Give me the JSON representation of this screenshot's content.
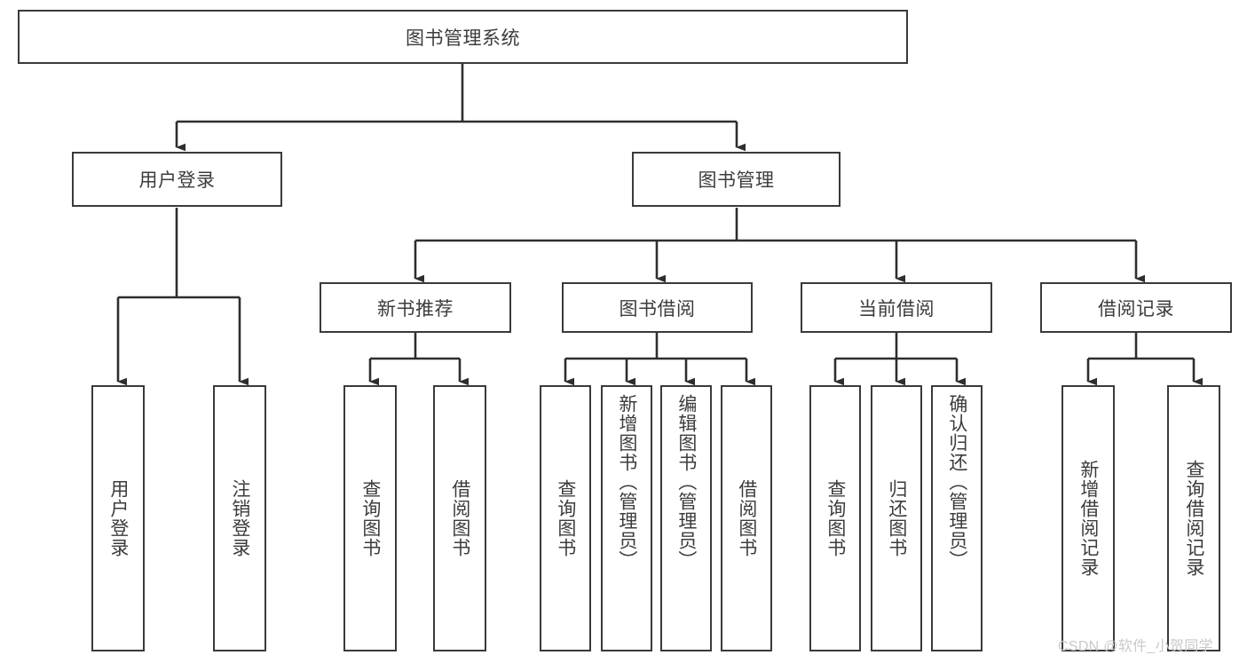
{
  "diagram": {
    "title": "图书管理系统",
    "type": "tree",
    "orientation": "top-down",
    "colors": {
      "box_border": "#3a3a3a",
      "box_fill": "#ffffff",
      "connector": "#2e2e2e",
      "text": "#3c3c3c",
      "background": "#ffffff",
      "watermark": "#c9c9c9"
    },
    "root": {
      "id": "root",
      "label": "图书管理系统",
      "orientation": "horizontal"
    },
    "level1": [
      {
        "id": "user-login",
        "label": "用户登录",
        "orientation": "horizontal"
      },
      {
        "id": "book-management",
        "label": "图书管理",
        "orientation": "horizontal"
      }
    ],
    "level2": [
      {
        "id": "new-book-recommend",
        "label": "新书推荐",
        "parent": "book-management",
        "orientation": "horizontal"
      },
      {
        "id": "book-borrow",
        "label": "图书借阅",
        "parent": "book-management",
        "orientation": "horizontal"
      },
      {
        "id": "current-borrow",
        "label": "当前借阅",
        "parent": "book-management",
        "orientation": "horizontal"
      },
      {
        "id": "borrow-record",
        "label": "借阅记录",
        "parent": "book-management",
        "orientation": "horizontal"
      }
    ],
    "leaves": [
      {
        "id": "leaf-user-login",
        "label": "用户登录",
        "parent": "user-login",
        "orientation": "vertical",
        "align": "center"
      },
      {
        "id": "leaf-user-logout",
        "label": "注销登录",
        "parent": "user-login",
        "orientation": "vertical",
        "align": "center"
      },
      {
        "id": "leaf-query-book-1",
        "label": "查询图书",
        "parent": "new-book-recommend",
        "orientation": "vertical",
        "align": "center"
      },
      {
        "id": "leaf-borrow-book-1",
        "label": "借阅图书",
        "parent": "new-book-recommend",
        "orientation": "vertical",
        "align": "center"
      },
      {
        "id": "leaf-query-book-2",
        "label": "查询图书",
        "parent": "book-borrow",
        "orientation": "vertical",
        "align": "center"
      },
      {
        "id": "leaf-add-book",
        "label": "新增图书（管理员）",
        "parent": "book-borrow",
        "orientation": "vertical",
        "align": "top"
      },
      {
        "id": "leaf-edit-book",
        "label": "编辑图书（管理员）",
        "parent": "book-borrow",
        "orientation": "vertical",
        "align": "top"
      },
      {
        "id": "leaf-borrow-book-2",
        "label": "借阅图书",
        "parent": "book-borrow",
        "orientation": "vertical",
        "align": "center"
      },
      {
        "id": "leaf-query-book-3",
        "label": "查询图书",
        "parent": "current-borrow",
        "orientation": "vertical",
        "align": "center"
      },
      {
        "id": "leaf-return-book",
        "label": "归还图书",
        "parent": "current-borrow",
        "orientation": "vertical",
        "align": "center"
      },
      {
        "id": "leaf-confirm-return",
        "label": "确认归还（管理员）",
        "parent": "current-borrow",
        "orientation": "vertical",
        "align": "top"
      },
      {
        "id": "leaf-add-record",
        "label": "新增借阅记录",
        "parent": "borrow-record",
        "orientation": "vertical",
        "align": "center"
      },
      {
        "id": "leaf-query-record",
        "label": "查询借阅记录",
        "parent": "borrow-record",
        "orientation": "vertical",
        "align": "center"
      }
    ]
  },
  "watermark": {
    "text": "CSDN @软件_小贺同学"
  }
}
